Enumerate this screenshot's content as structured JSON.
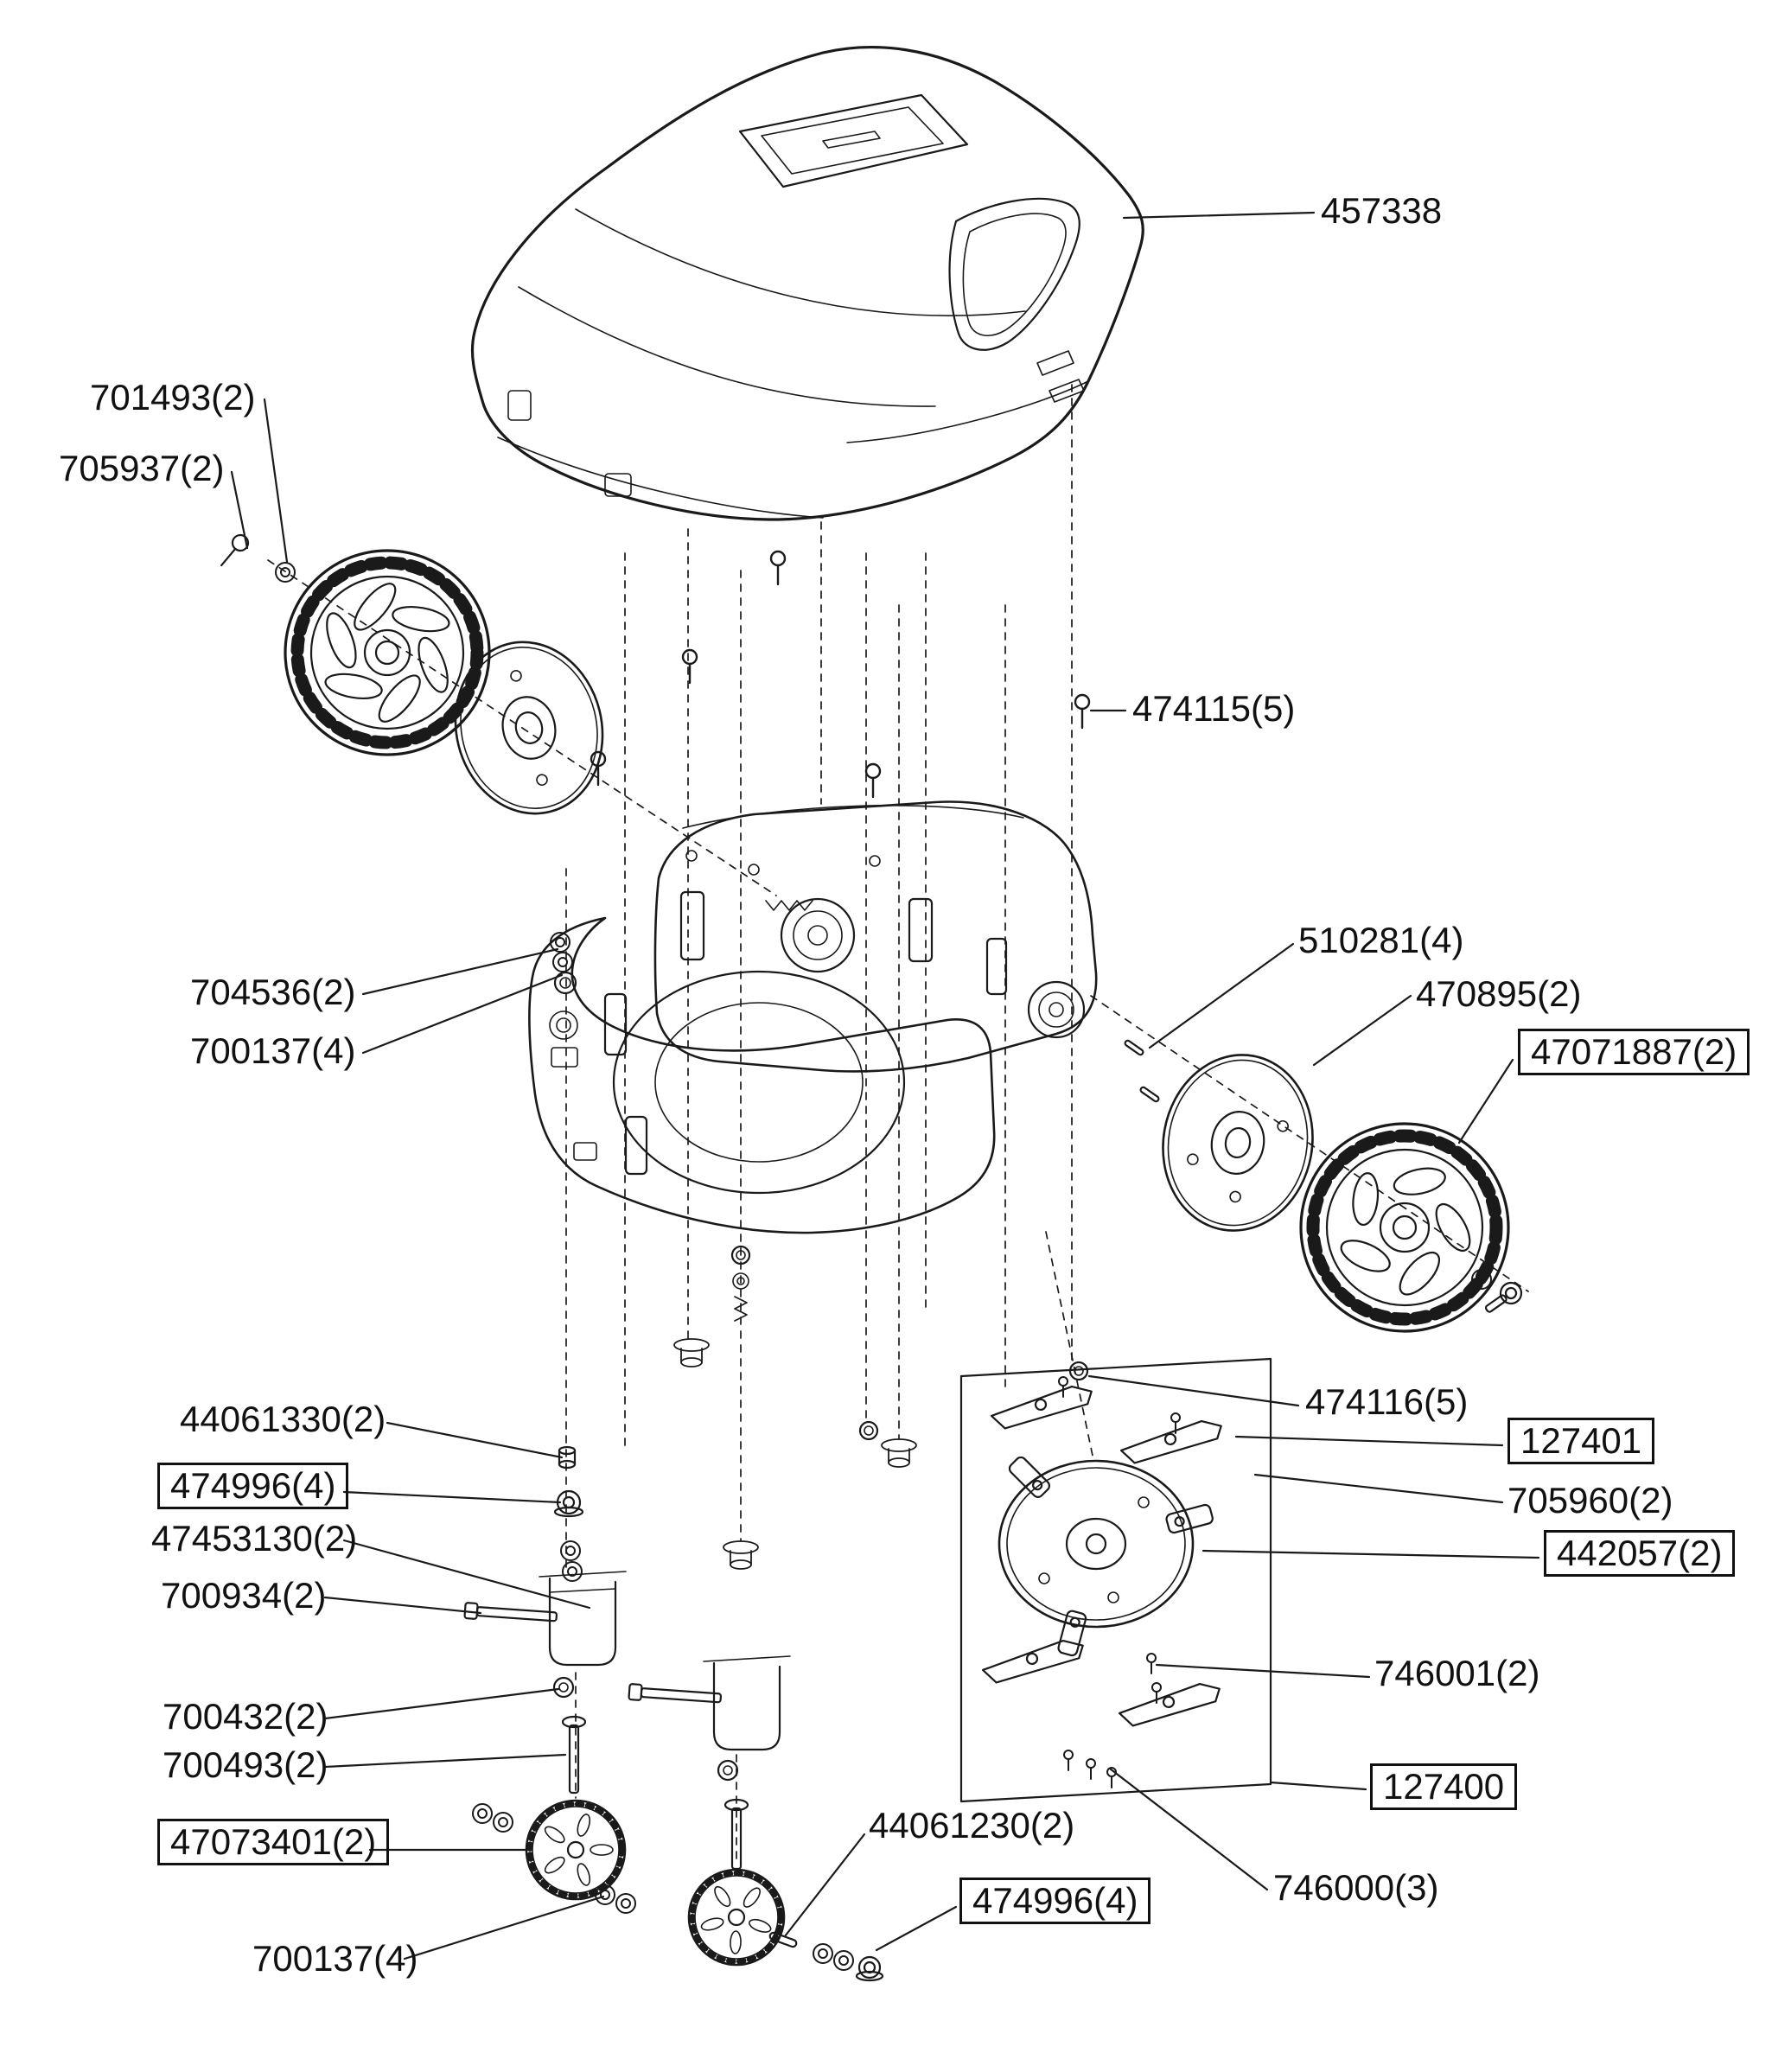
{
  "page": {
    "background_color": "#ffffff",
    "line_color": "#1a1a1a",
    "kind": "exploded-parts-diagram"
  },
  "diagram": {
    "labels": [
      {
        "text": "457338",
        "boxed": false
      },
      {
        "text": "701493(2)",
        "boxed": false
      },
      {
        "text": "705937(2)",
        "boxed": false
      },
      {
        "text": "474115(5)",
        "boxed": false
      },
      {
        "text": "704536(2)",
        "boxed": false
      },
      {
        "text": "700137(4)",
        "boxed": false
      },
      {
        "text": "510281(4)",
        "boxed": false
      },
      {
        "text": "470895(2)",
        "boxed": false
      },
      {
        "text": "47071887(2)",
        "boxed": true
      },
      {
        "text": "474116(5)",
        "boxed": false
      },
      {
        "text": "127401",
        "boxed": true
      },
      {
        "text": "705960(2)",
        "boxed": false
      },
      {
        "text": "442057(2)",
        "boxed": true
      },
      {
        "text": "44061330(2)",
        "boxed": false
      },
      {
        "text": "474996(4)",
        "boxed": true
      },
      {
        "text": "47453130(2)",
        "boxed": false
      },
      {
        "text": "700934(2)",
        "boxed": false
      },
      {
        "text": "700432(2)",
        "boxed": false
      },
      {
        "text": "700493(2)",
        "boxed": false
      },
      {
        "text": "47073401(2)",
        "boxed": true
      },
      {
        "text": "700137(4)",
        "boxed": false
      },
      {
        "text": "44061230(2)",
        "boxed": false
      },
      {
        "text": "474996(4)",
        "boxed": true
      },
      {
        "text": "746001(2)",
        "boxed": false
      },
      {
        "text": "127400",
        "boxed": true
      },
      {
        "text": "746000(3)",
        "boxed": false
      }
    ]
  }
}
